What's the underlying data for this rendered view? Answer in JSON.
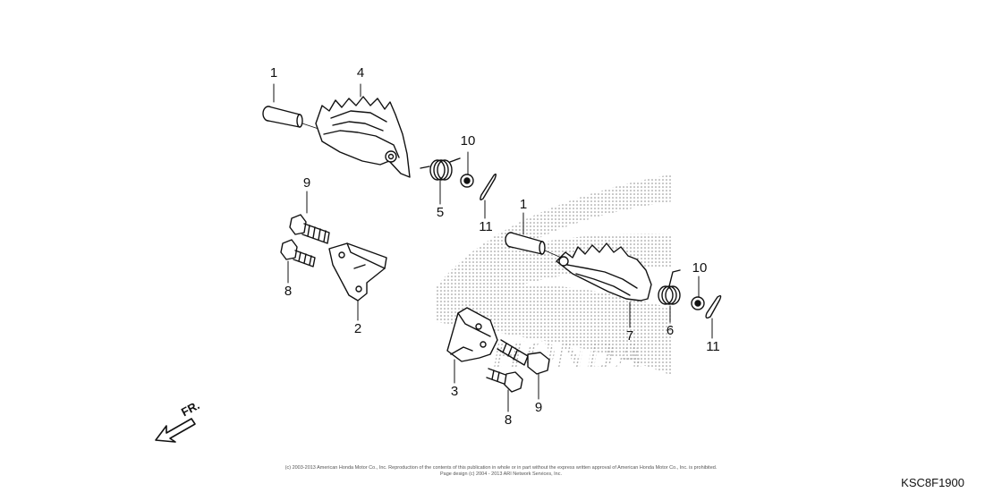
{
  "callouts": [
    {
      "id": "part-1a",
      "label": "1"
    },
    {
      "id": "part-4",
      "label": "4"
    },
    {
      "id": "part-10a",
      "label": "10"
    },
    {
      "id": "part-5",
      "label": "5"
    },
    {
      "id": "part-11a",
      "label": "11"
    },
    {
      "id": "part-9a",
      "label": "9"
    },
    {
      "id": "part-8a",
      "label": "8"
    },
    {
      "id": "part-2",
      "label": "2"
    },
    {
      "id": "part-1b",
      "label": "1"
    },
    {
      "id": "part-10b",
      "label": "10"
    },
    {
      "id": "part-6",
      "label": "6"
    },
    {
      "id": "part-7",
      "label": "7"
    },
    {
      "id": "part-11b",
      "label": "11"
    },
    {
      "id": "part-3",
      "label": "3"
    },
    {
      "id": "part-8b",
      "label": "8"
    },
    {
      "id": "part-9b",
      "label": "9"
    }
  ],
  "front_indicator": "FR.",
  "copyright_line1": "(c) 2003-2013 American Honda Motor Co., Inc. Reproduction of the contents of this publication in whole or in part without the express written approval of American Honda Motor Co., Inc. is prohibited.",
  "copyright_line2": "Page design (c) 2004 - 2013 ARI Network Services, Inc.",
  "diagram_code": "KSC8F1900",
  "watermark_text": "HONDA",
  "colors": {
    "ink": "#111111",
    "watermark_dots": "#8a8a8a"
  }
}
